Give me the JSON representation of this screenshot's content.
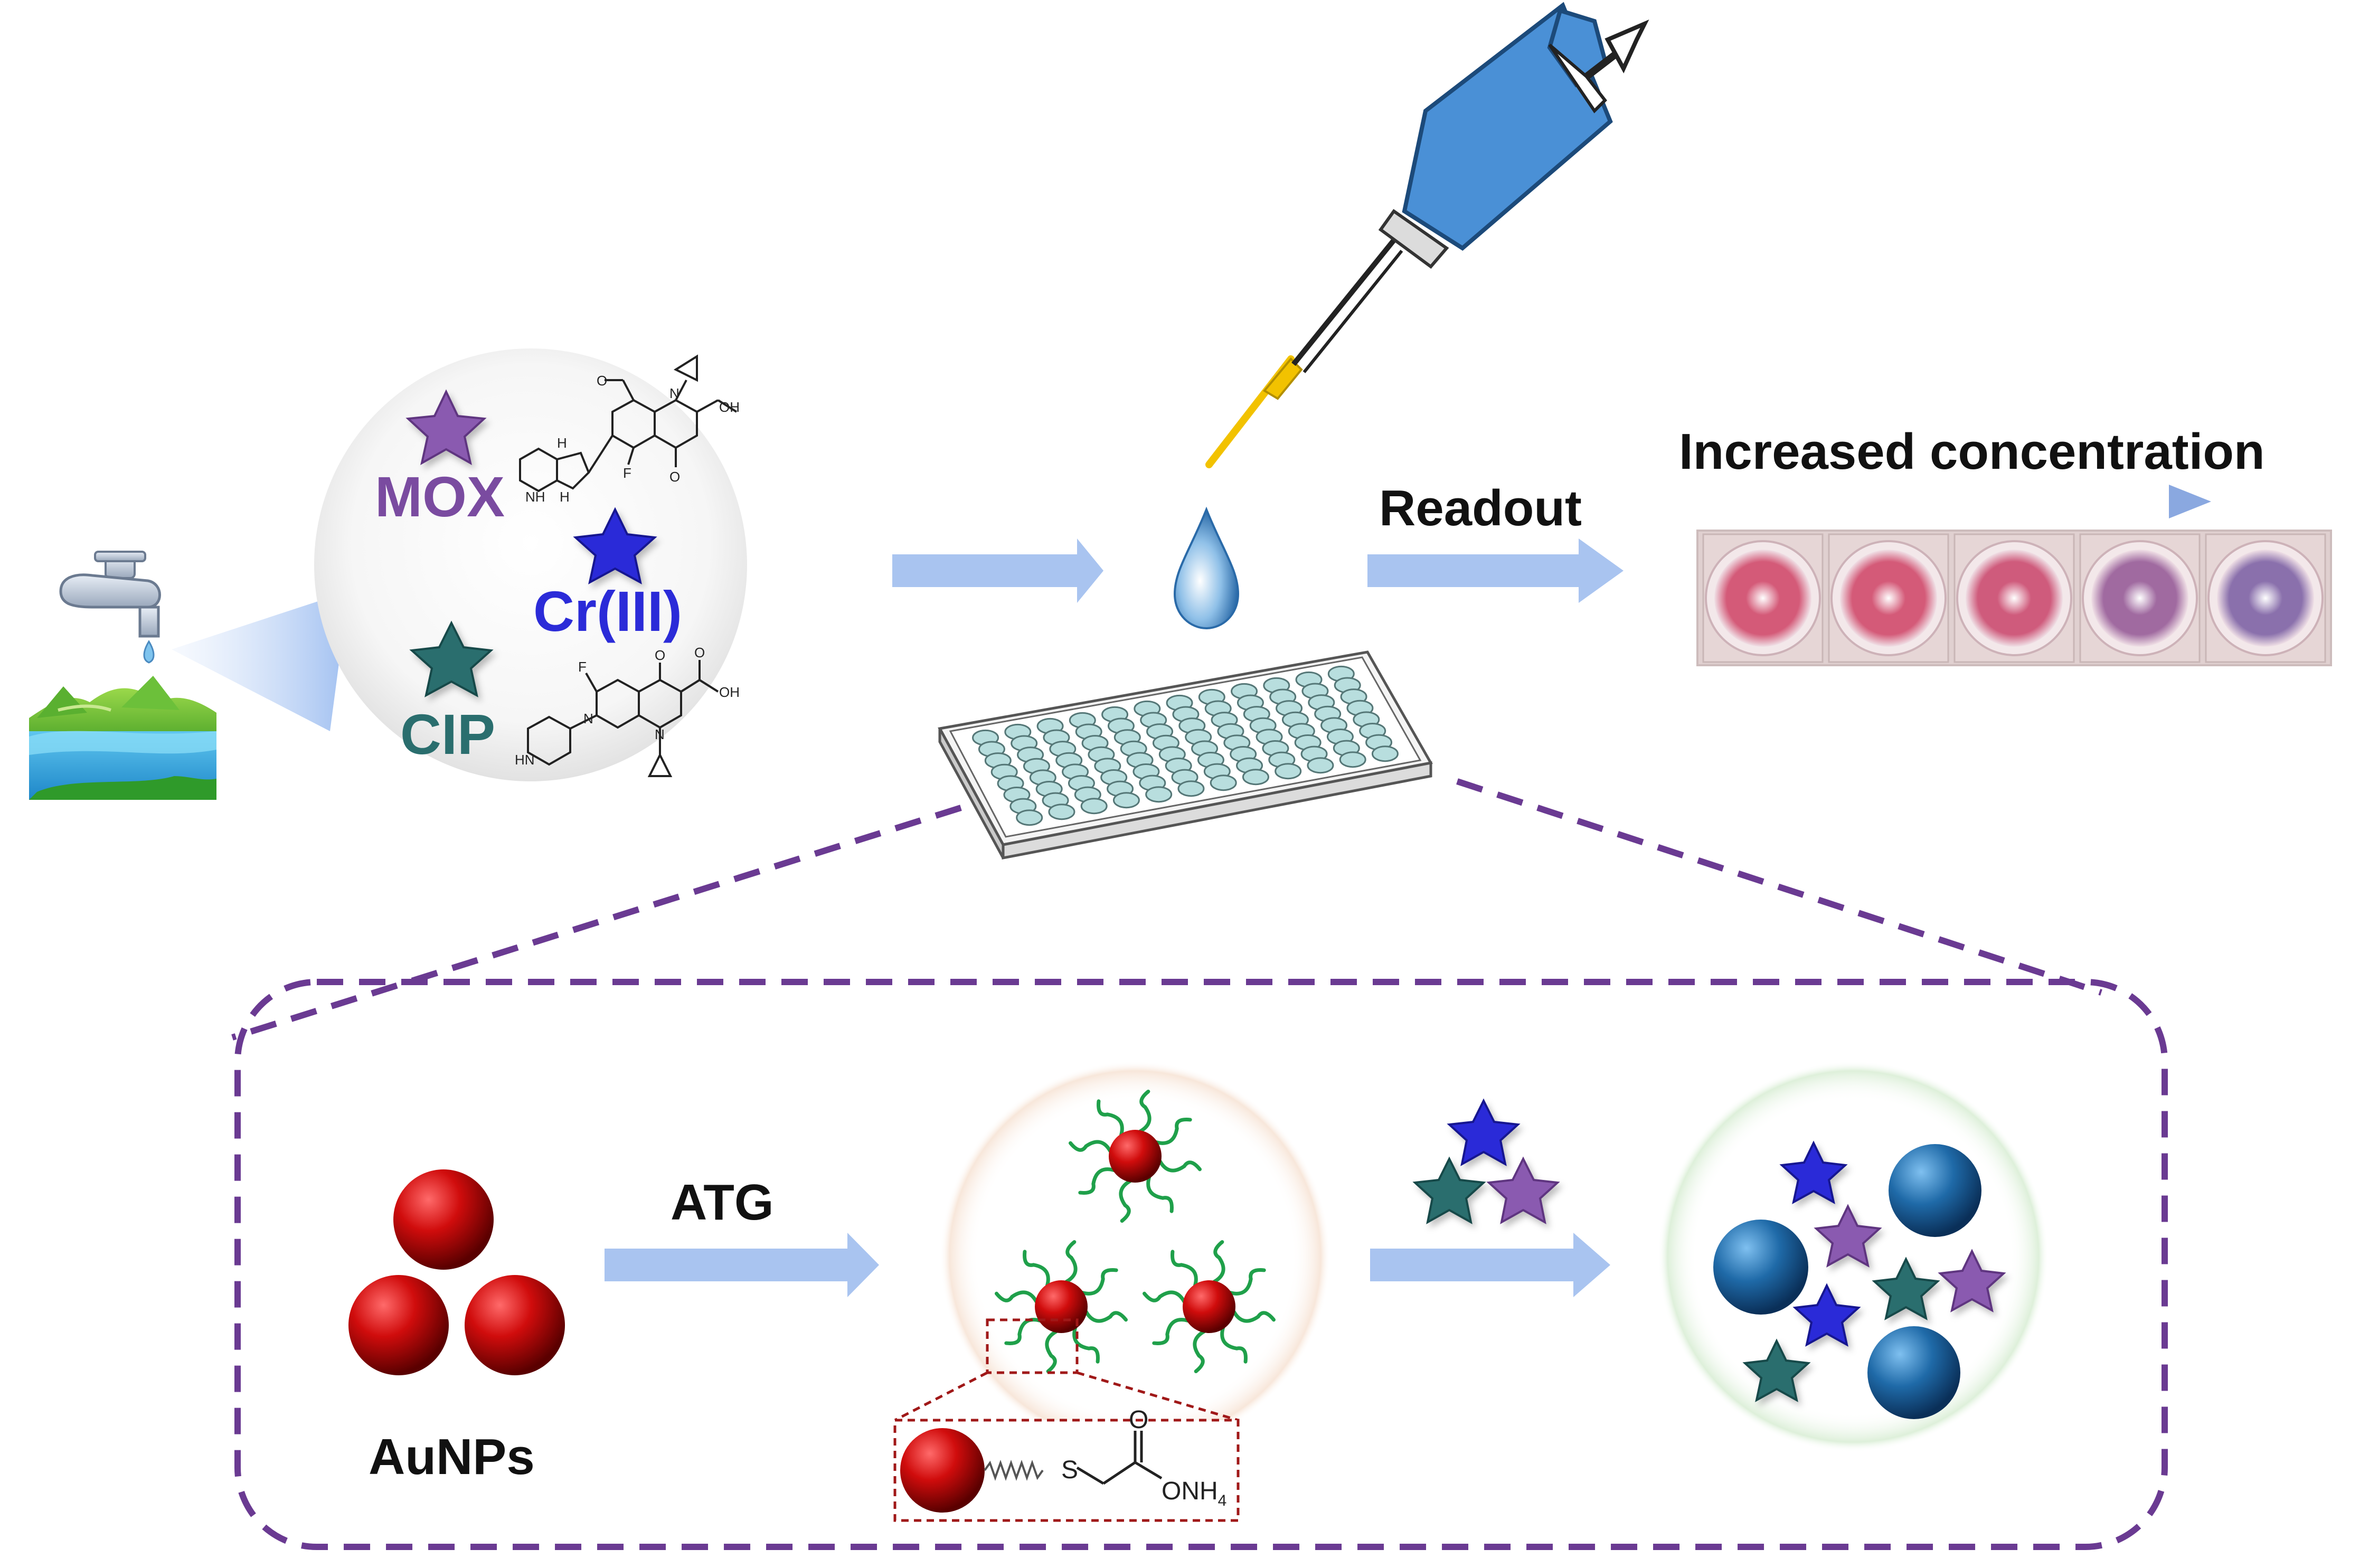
{
  "analytes": {
    "mox": "MOX",
    "cr": "Cr(III)",
    "cip": "CIP"
  },
  "readout": "Readout",
  "increased_concentration": "Increased concentration",
  "atg": "ATG",
  "aunps": "AuNPs",
  "chem_text": {
    "nh": "NH",
    "h": "H",
    "h_top": "H",
    "n_ring": "N",
    "o_methoxy": "O",
    "f": "F",
    "oh": "OH",
    "o": "O",
    "cip_f": "F",
    "cip_o": "O",
    "cip_oh": "OH",
    "cip_o2": "O",
    "cip_n": "N",
    "cip_n2": "N",
    "cip_hn": "HN",
    "s": "S",
    "linker_o": "O",
    "onh4": "ONH",
    "sub4": "4"
  },
  "colors": {
    "mox": "#7a4ba0",
    "cr": "#2b2bd8",
    "cip": "#2a6e6e",
    "arrow": "#a9c4f0",
    "dash": "#6a3a92",
    "aunp": "#c80a0a",
    "aggregate": "#1f6aa8",
    "ligand": "#1fa04a",
    "pipette": "#4a90d6",
    "tip": "#f2c200"
  },
  "well_strip": {
    "wells": [
      {
        "hue": "#d45a78"
      },
      {
        "hue": "#d45a78"
      },
      {
        "hue": "#cf5b7c"
      },
      {
        "hue": "#a06aa0"
      },
      {
        "hue": "#8a70ac"
      }
    ]
  }
}
